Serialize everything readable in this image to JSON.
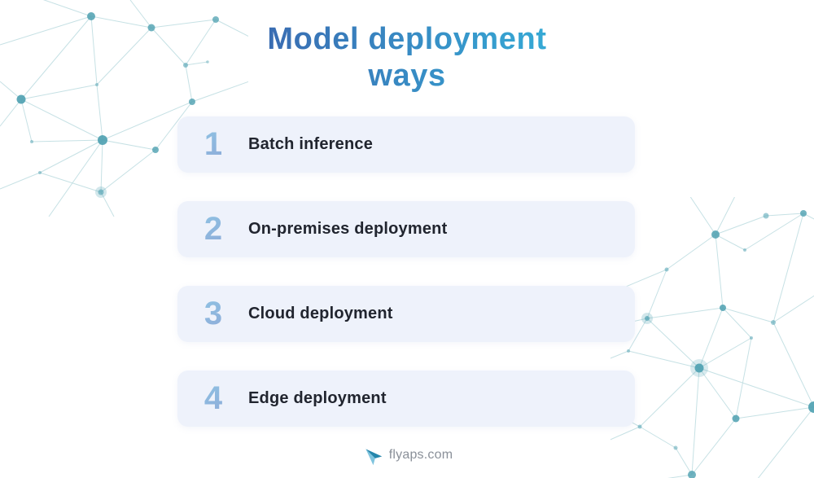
{
  "title": {
    "line1": "Model deployment",
    "line2": "ways"
  },
  "items": [
    {
      "number": "1",
      "label": "Batch inference"
    },
    {
      "number": "2",
      "label": "On-premises deployment"
    },
    {
      "number": "3",
      "label": "Cloud deployment"
    },
    {
      "number": "4",
      "label": "Edge deployment"
    }
  ],
  "footer": {
    "brand": "flyaps.com",
    "logo_icon": "paper-plane-icon"
  },
  "decorations": {
    "top_left": "network-graph-decoration",
    "bottom_right": "network-graph-decoration"
  },
  "colors": {
    "background": "#ffffff",
    "title_gradient_start": "#3a67af",
    "title_gradient_end": "#35aed8",
    "card_background": "#eef2fb",
    "item_label_text": "#21252f",
    "number_gradient_start": "#8fc8e6",
    "number_gradient_end": "#8ea6d6",
    "network_node": "#4da0b0",
    "network_line": "#b3d7dc",
    "brand_text": "#8a9099",
    "plane_light": "#7fc4de",
    "plane_dark": "#2486ac"
  }
}
